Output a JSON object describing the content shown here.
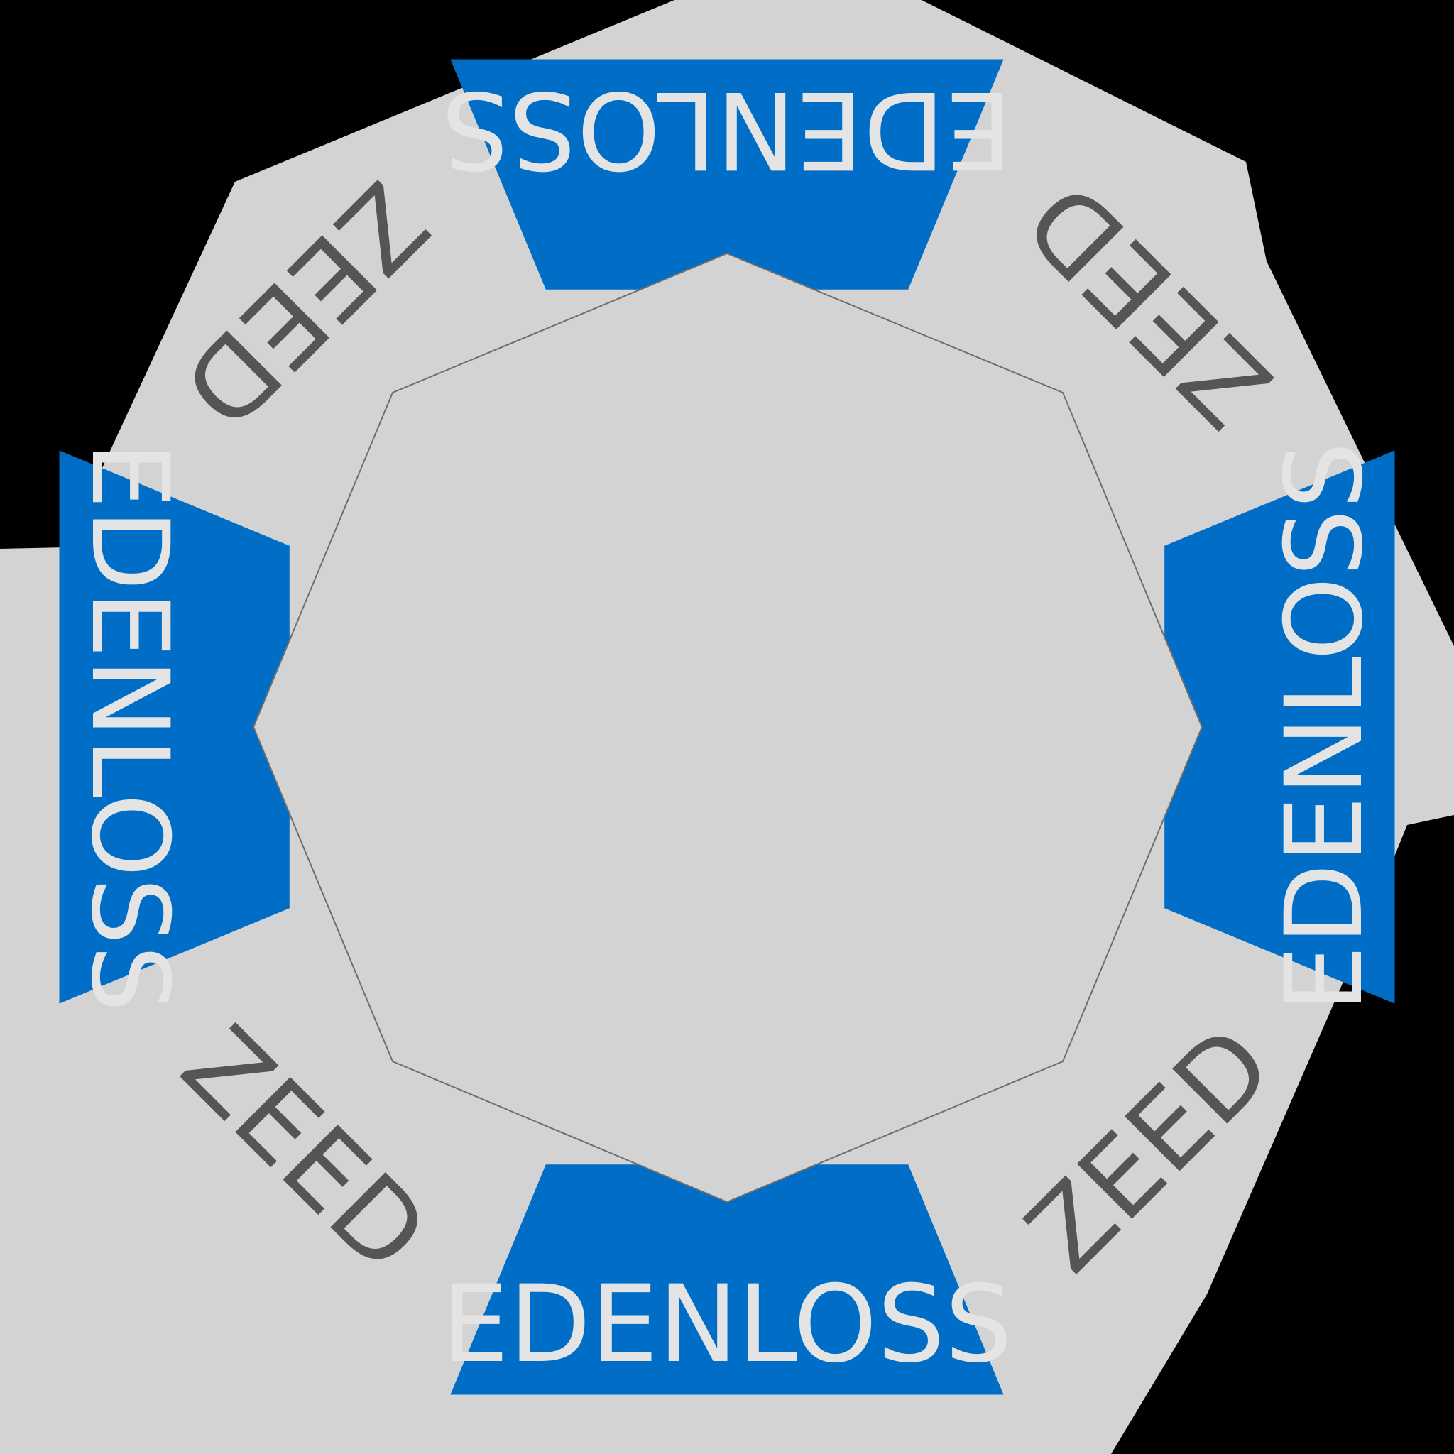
{
  "colors": {
    "background": "#000000",
    "plate": "#d3d3d3",
    "blue_segment": "#006dc6",
    "blue_text": "#e4e4e4",
    "grey_text": "#555555",
    "divider": "#6e6e6e"
  },
  "segments": [
    {
      "id": "segment-top",
      "label": "EDENLOSS",
      "style": "blue"
    },
    {
      "id": "segment-top-right",
      "label": "ZEED",
      "style": "grey"
    },
    {
      "id": "segment-right",
      "label": "EDENLOSS",
      "style": "blue"
    },
    {
      "id": "segment-bottom-right",
      "label": "ZEED",
      "style": "grey"
    },
    {
      "id": "segment-bottom",
      "label": "EDENLOSS",
      "style": "blue"
    },
    {
      "id": "segment-bottom-left",
      "label": "ZEED",
      "style": "grey"
    },
    {
      "id": "segment-left",
      "label": "EDENLOSS",
      "style": "blue"
    },
    {
      "id": "segment-top-left",
      "label": "ZEED",
      "style": "grey"
    }
  ]
}
